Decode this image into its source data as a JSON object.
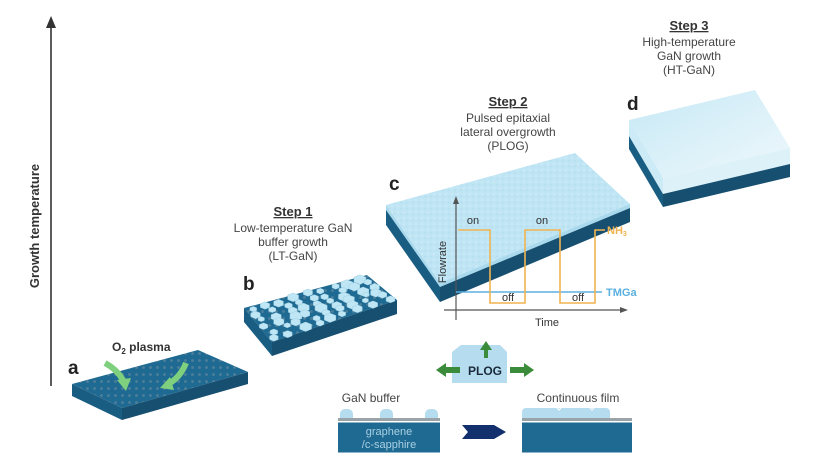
{
  "axis": {
    "label": "Growth temperature"
  },
  "panels": [
    {
      "id": "a",
      "letter": "a",
      "annotation": "O",
      "annotation_sub": "2",
      "annotation_rest": " plasma"
    },
    {
      "id": "b",
      "letter": "b",
      "step": "Step 1",
      "desc_lines": [
        "Low-temperature GaN",
        "buffer growth",
        "(LT-GaN)"
      ]
    },
    {
      "id": "c",
      "letter": "c",
      "step": "Step 2",
      "desc_lines": [
        "Pulsed epitaxial",
        "lateral overgrowth",
        "(PLOG)"
      ]
    },
    {
      "id": "d",
      "letter": "d",
      "step": "Step 3",
      "desc_lines": [
        "High-temperature",
        "GaN growth",
        "(HT-GaN)"
      ]
    }
  ],
  "pulse_plot": {
    "y_label": "Flowrate",
    "x_label": "Time",
    "on_label": "on",
    "off_label": "off",
    "nh3_label": "NH",
    "nh3_sub": "3",
    "tmga_label": "TMGa",
    "nh3_sequence": [
      "on",
      "off",
      "on",
      "off",
      "on"
    ],
    "colors": {
      "nh3": "#f0b450",
      "tmga": "#5ab0e0"
    }
  },
  "inset": {
    "plog_label": "PLOG",
    "left_title": "GaN buffer",
    "substrate_lines": [
      "graphene",
      "/c-sapphire"
    ],
    "right_title": "Continuous film"
  },
  "colors": {
    "substrate": "#1f6a92",
    "substrate_dark": "#164f70",
    "gan": "#b9e2f2",
    "gan_side": "#9fd0e6",
    "arrow_green": "#3a8c3a",
    "arrow_navy": "#12306e",
    "plasma_green": "#7ed07e"
  }
}
